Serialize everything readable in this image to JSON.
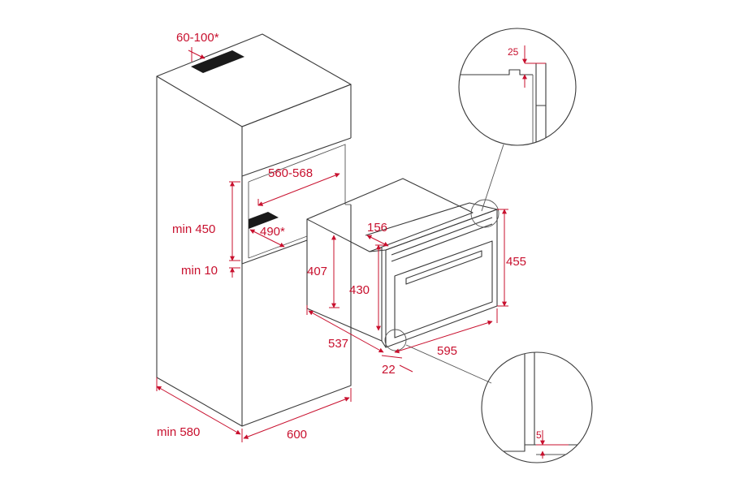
{
  "colors": {
    "outline": "#3a3a3a",
    "dimension": "#c8102e",
    "vent": "#1a1a1a"
  },
  "dimensions": {
    "vent_gap": "60-100*",
    "niche_width": "560-568",
    "niche_height": "min 450",
    "bottom_gap": "min 10",
    "vent_depth": "490*",
    "cabinet_depth": "min 580",
    "cabinet_width": "600",
    "oven_top_depth": "156",
    "oven_body_height": "407",
    "oven_niche_height": "430",
    "oven_front_height": "455",
    "oven_depth": "537",
    "oven_width": "595",
    "front_offset": "22",
    "detail_top": "25",
    "detail_bottom": "5"
  }
}
